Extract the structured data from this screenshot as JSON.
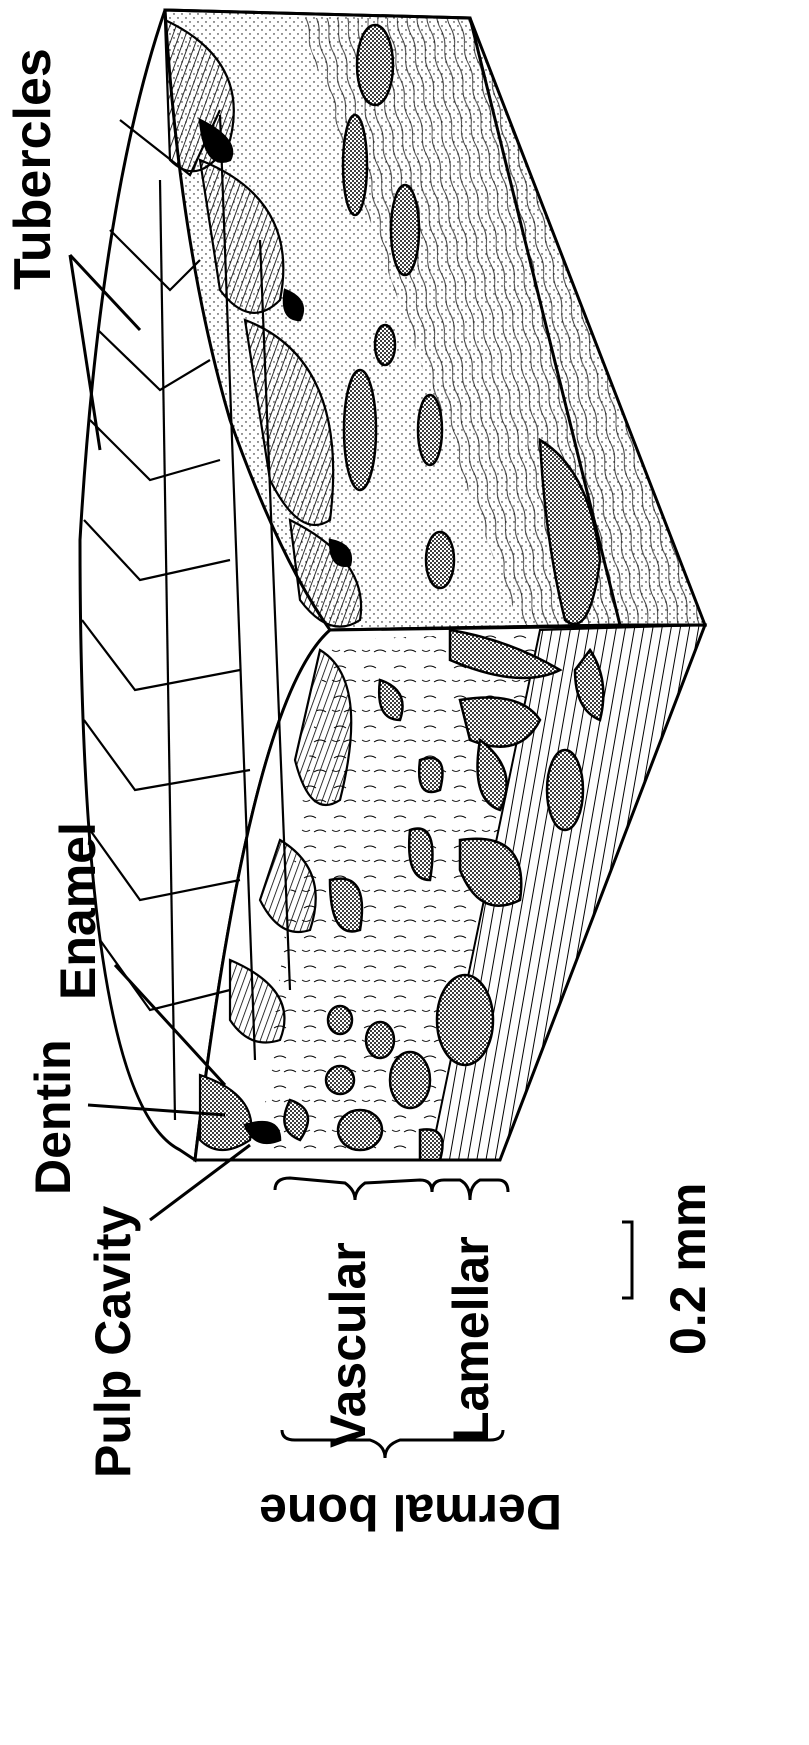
{
  "labels": {
    "tubercles": "Tubercles",
    "enamel": "Enamel",
    "dentin": "Dentin",
    "pulp_cavity": "Pulp Cavity",
    "vascular": "Vascular",
    "lamellar": "Lamellar",
    "dermal_bone": "Dermal bone",
    "scale_bar": "0.2 mm"
  },
  "colors": {
    "ink": "#000000",
    "paper": "#ffffff"
  }
}
